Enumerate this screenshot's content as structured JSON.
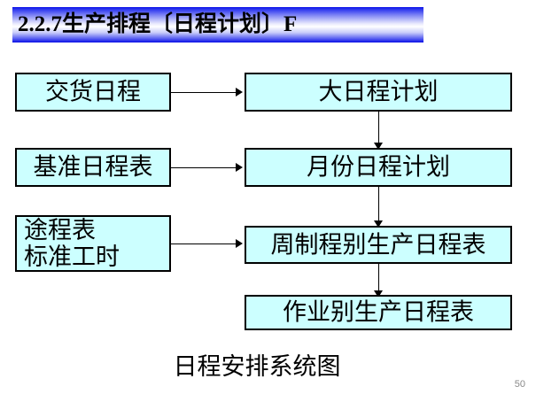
{
  "slide": {
    "title": "2.2.7生产排程〔日程计划〕F",
    "caption": "日程安排系统图",
    "page_number": "50",
    "colors": {
      "box_fill": "#CCFFFF",
      "box_border": "#000000",
      "title_gradient_dark": "#0A0FE6",
      "title_gradient_light": "#FFFFFF",
      "page_number_color": "#8A8A8A"
    }
  },
  "diagram": {
    "type": "flowchart",
    "inputs": [
      {
        "id": "input-1",
        "label": "交货日程"
      },
      {
        "id": "input-2",
        "label": "基准日程表"
      },
      {
        "id": "input-3",
        "line1": "途程表",
        "line2": "标准工时"
      }
    ],
    "stages": [
      {
        "id": "stage-1",
        "label": "大日程计划"
      },
      {
        "id": "stage-2",
        "label": "月份日程计划"
      },
      {
        "id": "stage-3",
        "label": "周制程别生产日程表"
      },
      {
        "id": "stage-4",
        "label": "作业别生产日程表"
      }
    ],
    "connections": [
      {
        "from": "input-1",
        "to": "stage-1",
        "direction": "right"
      },
      {
        "from": "input-2",
        "to": "stage-2",
        "direction": "right"
      },
      {
        "from": "input-3",
        "to": "stage-3",
        "direction": "right"
      },
      {
        "from": "stage-1",
        "to": "stage-2",
        "direction": "down"
      },
      {
        "from": "stage-2",
        "to": "stage-3",
        "direction": "down"
      },
      {
        "from": "stage-3",
        "to": "stage-4",
        "direction": "down"
      }
    ]
  }
}
